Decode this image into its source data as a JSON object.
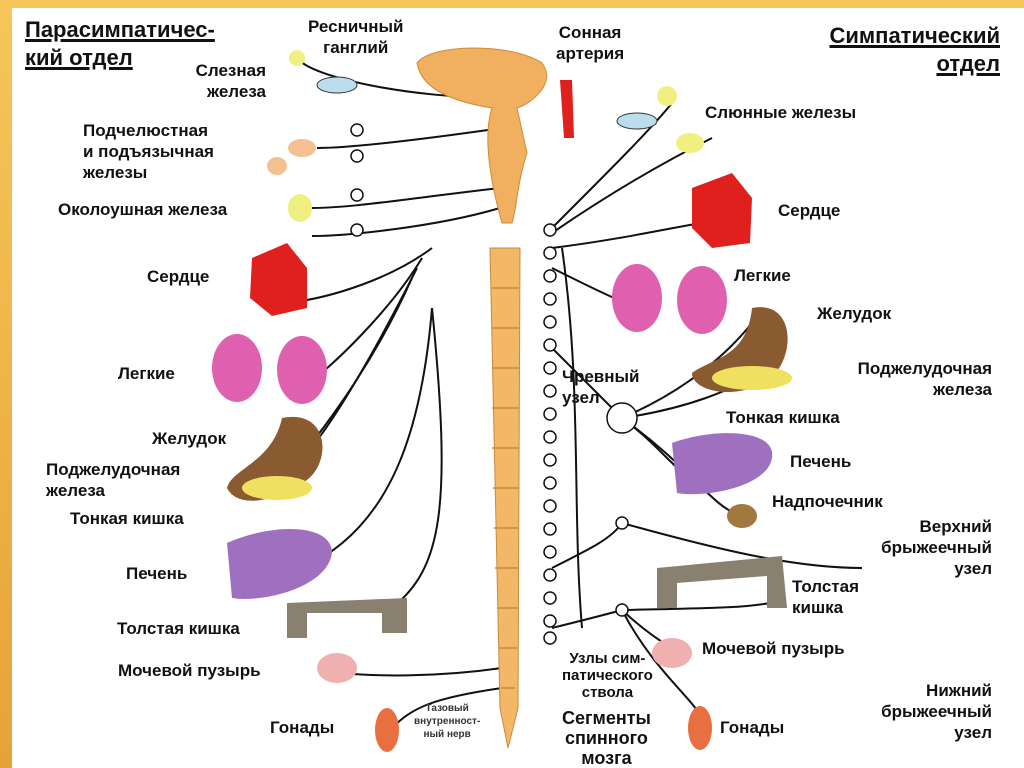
{
  "titles": {
    "parasympathetic": "Парасимпатичес-\nкий отдел",
    "sympathetic": "Симпатический\nотдел"
  },
  "left_labels": [
    "Слезная\nжелеза",
    "Подчелюстная\nи подъязычная\nжелезы",
    "Околоушная железа",
    "Сердце",
    "Легкие",
    "Желудок",
    "Поджелудочная\nжелеза",
    "Тонкая кишка",
    "Печень",
    "Толстая кишка",
    "Мочевой пузырь",
    "Гонады"
  ],
  "center_labels": [
    "Ресничный\nганглий",
    "Сонная\nартерия",
    "Чревный\nузел",
    "Узлы сим-\nпатического\nствола",
    "Сегменты\nспинного\nмозга",
    "Тазовый\nвнутренност-\nный нерв"
  ],
  "right_labels": [
    "Слюнные железы",
    "Сердце",
    "Легкие",
    "Желудок",
    "Поджелудочная\nжелеза",
    "Тонкая кишка",
    "Печень",
    "Надпочечник",
    "Верхний\nбрыжеечный\nузел",
    "Толстая\nкишка",
    "Мочевой пузырь",
    "Нижний\nбрыжеечный\nузел",
    "Гонады"
  ],
  "colors": {
    "frame": "#f0b548",
    "spine": "#f0b060",
    "heart": "#e0201c",
    "lungs": "#e060b0",
    "liver": "#a070c0",
    "stomach": "#8a5a30",
    "pancreas": "#f0e060",
    "colon": "#8a8070"
  }
}
